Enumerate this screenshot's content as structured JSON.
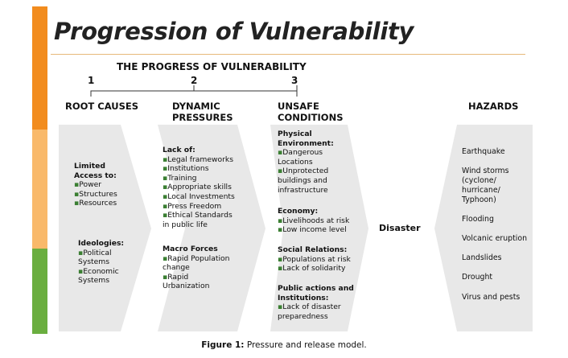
{
  "title": "Progression of Vulnerability",
  "subtitle": "THE PROGRESS OF VULNERABILITY",
  "step_numbers": [
    "1",
    "2",
    "3"
  ],
  "headers": {
    "root_causes": "ROOT CAUSES",
    "dynamic_pressures_1": "DYNAMIC",
    "dynamic_pressures_2": "PRESSURES",
    "unsafe_conditions_1": "UNSAFE",
    "unsafe_conditions_2": "CONDITIONS",
    "hazards": "HAZARDS"
  },
  "root_causes": {
    "group1_title_1": "Limited",
    "group1_title_2": "Access to:",
    "group1_items": [
      "Power",
      "Structures",
      "Resources"
    ],
    "group2_title": "Ideologies:",
    "group2_items": [
      [
        "Political",
        "Systems"
      ],
      [
        "Economic",
        "Systems"
      ]
    ]
  },
  "dynamic_pressures": {
    "group1_title": "Lack of:",
    "group1_items": [
      "Legal frameworks",
      "Institutions",
      "Training",
      "Appropriate skills",
      "Local Investments",
      "Press Freedom",
      "Ethical Standards"
    ],
    "group1_item_cont": "in public life",
    "group2_title": "Macro Forces",
    "group2_items": [
      [
        "Rapid Population",
        "change"
      ],
      [
        "Rapid",
        "Urbanization"
      ]
    ]
  },
  "unsafe_conditions": {
    "physical_title_1": "Physical",
    "physical_title_2": "Environment:",
    "physical_items": [
      [
        "Dangerous",
        "Locations"
      ],
      [
        "Unprotected",
        "buildings and",
        "infrastructure"
      ]
    ],
    "economy_title": "Economy:",
    "economy_items": [
      "Livelihoods at risk",
      "Low income level"
    ],
    "social_title": "Social Relations:",
    "social_items": [
      "Populations at risk",
      "Lack of solidarity"
    ],
    "public_title_1": "Public actions and",
    "public_title_2": "Institutions:",
    "public_items": [
      [
        "Lack of disaster",
        "preparedness"
      ]
    ]
  },
  "center_label": "Disaster",
  "hazards": [
    "Earthquake",
    "Wind storms",
    "(cyclone/",
    "hurricane/",
    "Typhoon)",
    "Flooding",
    "Volcanic eruption",
    "Landslides",
    "Drought",
    "Virus and pests"
  ],
  "caption": {
    "label": "Figure 1:",
    "text": " Pressure and release model."
  },
  "colors": {
    "bar_top": "#f28c1e",
    "bar_middle": "#f9b96a",
    "bar_bottom": "#6aae3f",
    "shape_fill": "#e8e8e8",
    "bullet": "#3b7f33"
  }
}
